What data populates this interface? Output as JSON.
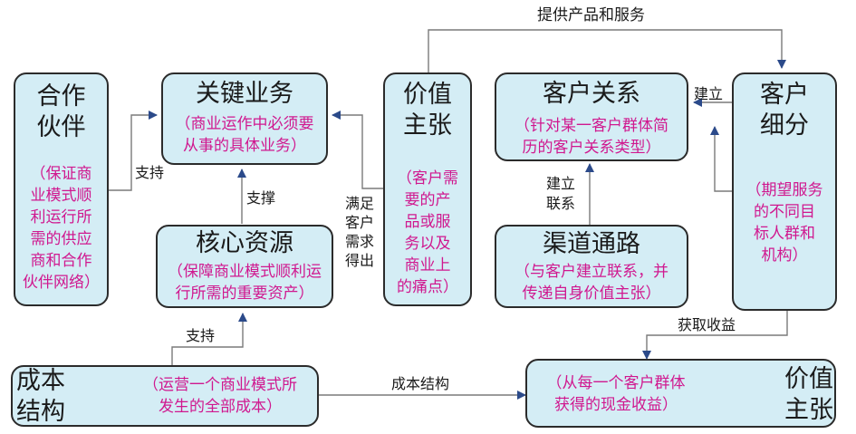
{
  "boxes": {
    "partners": {
      "title": "合作\n伙伴",
      "desc": "（保证商\n业模式顺\n利运行所\n需的供应\n商和合作\n伙伴网络）"
    },
    "key_activities": {
      "title": "关键业务",
      "desc": "（商业运作中必须要\n从事的具体业务）"
    },
    "key_resources": {
      "title": "核心资源",
      "desc": "（保障商业模式顺利运\n行所需的重要资产）"
    },
    "value_prop": {
      "title": "价值\n主张",
      "desc": "（客户需\n要的产\n品或服\n务以及\n商业上\n的痛点）"
    },
    "customer_rel": {
      "title": "客户关系",
      "desc": "（针对某一客户群体简\n历的客户关系类型）"
    },
    "channels": {
      "title": "渠道通路",
      "desc": "（与客户建立联系，并\n传递自身价值主张）"
    },
    "segments": {
      "title": "客户\n细分",
      "desc": "（期望服务\n的不同目\n标人群和\n机构）"
    },
    "cost": {
      "title": "成本\n结构",
      "desc": "（运营一个商业模式所\n发生的全部成本）"
    },
    "revenue": {
      "title": "价值\n主张",
      "desc": "（从每一个客户群体\n获得的现金收益）"
    }
  },
  "edges": {
    "provide": "提供产品和服务",
    "support_partner": "支持",
    "support_resource": "支撑",
    "support_cost": "支持",
    "satisfy": "满足\n客户\n需求\n得出",
    "build": "建立",
    "build_contact": "建立\n联系",
    "revenue_gain": "获取收益",
    "cost_flow": "成本结构"
  },
  "colors": {
    "box_fill": "#d4edf5",
    "border": "#2b2b2b",
    "title": "#1a1a1a",
    "desc": "#d0188f",
    "line": "#7a7a7a"
  }
}
